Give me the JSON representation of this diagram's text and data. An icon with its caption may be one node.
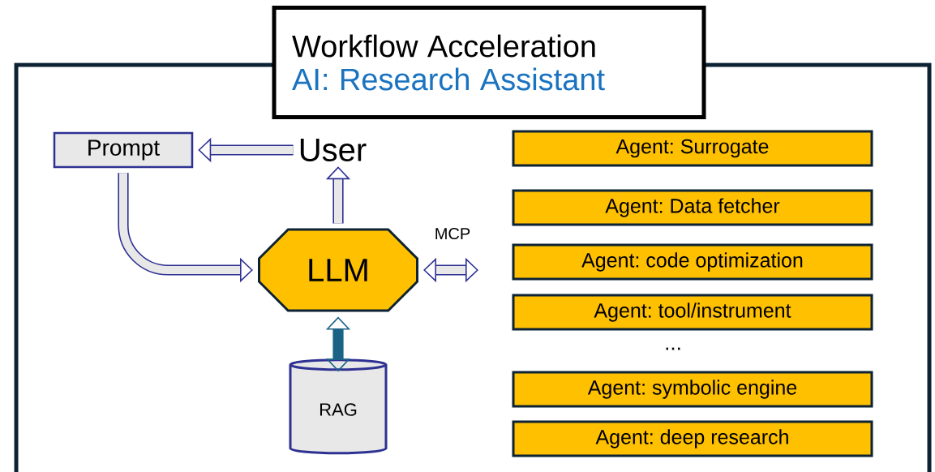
{
  "diagram": {
    "nodes": [
      {
        "text": [
          "Workflow Acceleration",
          "AI: Research Assistant"
        ]
      },
      {
        "text": [
          "Prompt"
        ]
      },
      {
        "text": [
          "User"
        ]
      },
      {
        "text": [
          "LLM"
        ]
      },
      {
        "text": [
          "RAG"
        ]
      },
      {
        "text": [
          "Agent: Surrogate"
        ]
      },
      {
        "text": [
          "Agent: Data fetcher"
        ]
      },
      {
        "text": [
          "Agent: code optimization"
        ]
      },
      {
        "text": [
          "Agent: tool/instrument"
        ]
      },
      {
        "text": [
          "Agent: symbolic engine"
        ]
      },
      {
        "text": [
          "Agent: deep research"
        ]
      }
    ],
    "edges": [
      {
        "from": 2,
        "to": 1,
        "arrow": "to"
      },
      {
        "from": 1,
        "to": 3,
        "arrow": "to"
      },
      {
        "from": 3,
        "to": 2,
        "arrow": "to"
      },
      {
        "from": 3,
        "to": 4,
        "arrow": "both",
        "color": "#1b6385"
      },
      {
        "from": 3,
        "to": null,
        "arrow": "both",
        "label": "MCP"
      }
    ],
    "labels": [
      "..."
    ]
  }
}
